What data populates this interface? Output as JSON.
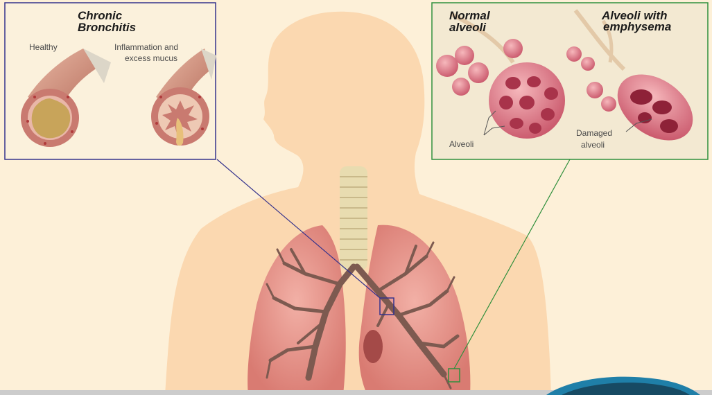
{
  "bronchitis_panel": {
    "title_line1": "Chronic",
    "title_line2": "Bronchitis",
    "healthy_label": "Healthy",
    "inflamed_label_line1": "Inflammation and",
    "inflamed_label_line2": "excess mucus",
    "frame_color": "#34328c"
  },
  "alveoli_panel": {
    "normal_title_line1": "Normal",
    "normal_title_line2": "alveoli",
    "emphysema_title_line1": "Alveoli with",
    "emphysema_title_line2": "emphysema",
    "alveoli_label": "Alveoli",
    "damaged_label_line1": "Damaged",
    "damaged_label_line2": "alveoli",
    "frame_color": "#2f8f3c"
  },
  "colors": {
    "background": "#fdf0d8",
    "body_silhouette": "#fbd8b0",
    "lung": "#eda39a",
    "bronchi": "#7d5a50",
    "trachea": "#e8dcb0"
  }
}
